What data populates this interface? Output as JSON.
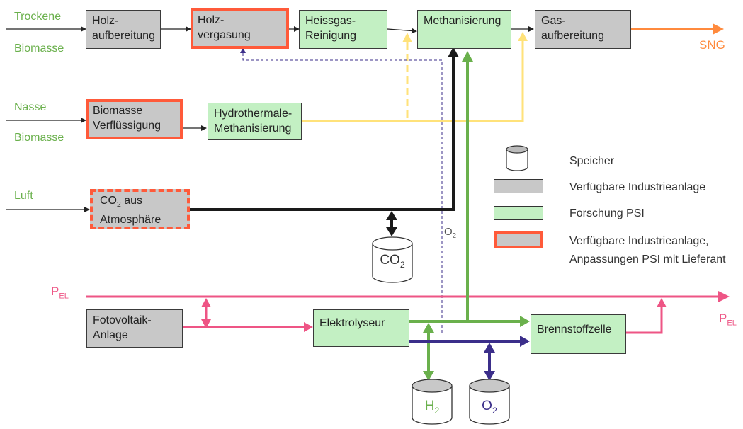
{
  "inputs": {
    "trockene": "Trockene",
    "biomasse1": "Biomasse",
    "nasse": "Nasse",
    "biomasse2": "Biomasse",
    "luft": "Luft"
  },
  "boxes": {
    "holz_aufbereitung": [
      "Holz-",
      "aufbereitung"
    ],
    "holz_vergasung": [
      "Holz-",
      "vergasung"
    ],
    "heissgas": [
      "Heissgas-",
      "Reinigung"
    ],
    "methanisierung": [
      "Methanisierung"
    ],
    "gas_aufbereitung": [
      "Gas-",
      "aufbereitung"
    ],
    "biomasse_verfl": [
      "Biomasse",
      "Verflüssigung"
    ],
    "hydrothermal": [
      "Hydrothermale-",
      "Methanisierung"
    ],
    "co2_atmo_1": "CO",
    "co2_atmo_sub": "2",
    "co2_atmo_1b": " aus",
    "co2_atmo_2": "Atmosphäre",
    "fotovoltaik": [
      "Fotovoltaik-",
      "Anlage"
    ],
    "elektrolyseur": [
      "Elektrolyseur"
    ],
    "brennstoffzelle": [
      "Brennstoffzelle"
    ]
  },
  "outputs": {
    "sng": "SNG",
    "pel_left": "P",
    "pel_left_sub": "EL",
    "pel_right": "P",
    "pel_right_sub": "EL",
    "o2_line": "O",
    "o2_line_sub": "2"
  },
  "tanks": {
    "co2": {
      "main": "CO",
      "sub": "2"
    },
    "h2": {
      "main": "H",
      "sub": "2"
    },
    "o2": {
      "main": "O",
      "sub": "2"
    }
  },
  "legend": {
    "speicher": "Speicher",
    "industrie": "Verfügbare Industrieanlage",
    "forschung": "Forschung PSI",
    "anpassung1": "Verfügbare Industrieanlage,",
    "anpassung2": "Anpassungen PSI mit Lieferant"
  },
  "colors": {
    "gray_box": "#c8c8c8",
    "green_box": "#c3f0c3",
    "red_border": "#ff5a3a",
    "pink_line": "#ee5585",
    "green_line": "#6ab04c",
    "yellow_line": "#ffe27a",
    "blue_line": "#3b2e8a",
    "orange_line": "#ff8a3d"
  }
}
